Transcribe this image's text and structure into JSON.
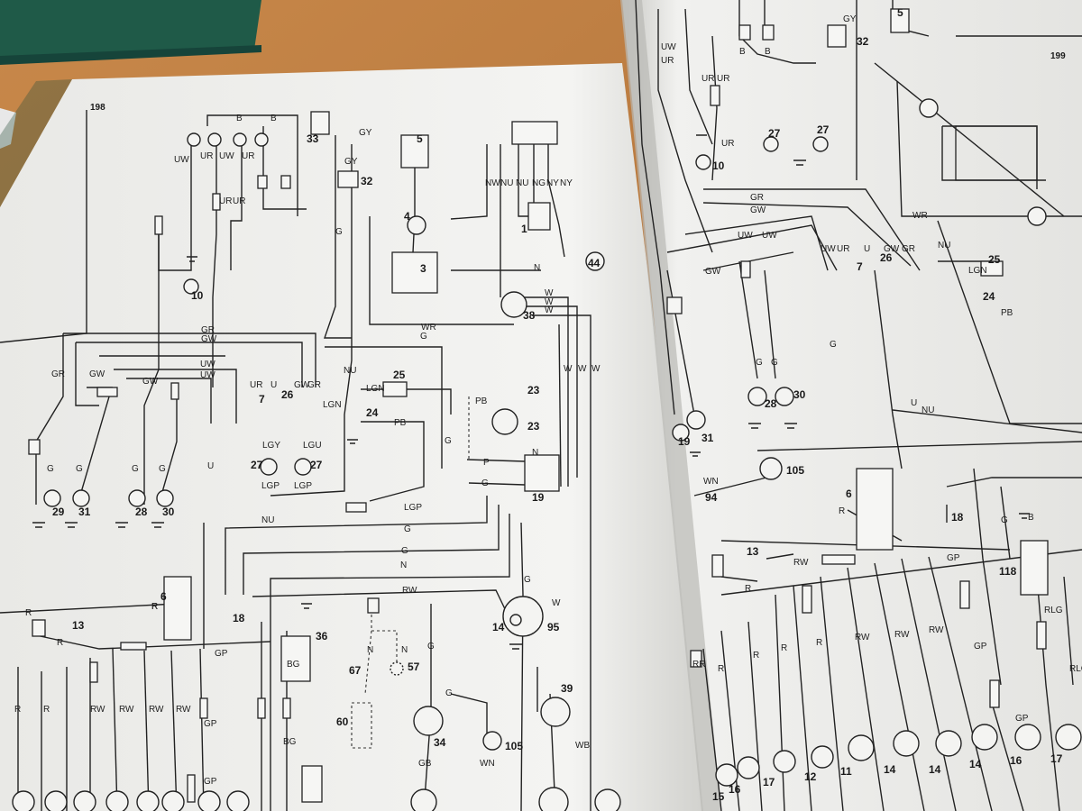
{
  "page": {
    "number": "198",
    "number_right": "199"
  },
  "left_page": {
    "wire_labels": [
      "UW",
      "UR",
      "UW",
      "UR",
      "UR",
      "UR",
      "B",
      "B",
      "GY",
      "GY",
      "G",
      "NW",
      "NU",
      "NU",
      "NG",
      "NY",
      "NY",
      "N",
      "GR",
      "GW",
      "UW",
      "GW",
      "UW",
      "UR",
      "U",
      "GW",
      "GR",
      "GR",
      "GW",
      "LGN",
      "LGN",
      "PB",
      "PB",
      "LGY",
      "LGU",
      "LGP",
      "LGP",
      "LGP",
      "G",
      "G",
      "G",
      "G",
      "G",
      "G",
      "U",
      "NU",
      "NU",
      "G",
      "G",
      "N",
      "RW",
      "R",
      "R",
      "R",
      "R",
      "R",
      "RW",
      "RW",
      "RW",
      "RW",
      "GP",
      "GP",
      "GP",
      "BG",
      "BG",
      "N",
      "N",
      "G",
      "W",
      "W",
      "W",
      "W",
      "WR",
      "G",
      "W",
      "W",
      "W",
      "WB",
      "G",
      "GB",
      "WN",
      "P",
      "N",
      "G",
      "R"
    ],
    "component_numbers": [
      "33",
      "32",
      "5",
      "4",
      "1",
      "3",
      "44",
      "10",
      "38",
      "25",
      "7",
      "26",
      "23",
      "23",
      "24",
      "27",
      "27",
      "29",
      "31",
      "28",
      "30",
      "19",
      "6",
      "18",
      "13",
      "36",
      "14",
      "95",
      "57",
      "67",
      "60",
      "39",
      "34",
      "105"
    ]
  },
  "right_page": {
    "wire_labels": [
      "UW",
      "UR",
      "UR",
      "UR",
      "B",
      "GY",
      "B",
      "UR",
      "GR",
      "GW",
      "UW",
      "UW",
      "UW",
      "UR",
      "U",
      "GW",
      "GR",
      "GW",
      "WR",
      "NU",
      "LGN",
      "PB",
      "G",
      "G",
      "G",
      "U",
      "NU",
      "WN",
      "R",
      "R",
      "RW",
      "RW",
      "RW",
      "RW",
      "R",
      "R",
      "R",
      "G",
      "GP",
      "GP",
      "GP",
      "B",
      "RLG",
      "RLG",
      "R",
      "RR"
    ],
    "component_numbers": [
      "32",
      "5",
      "10",
      "27",
      "27",
      "7",
      "26",
      "25",
      "24",
      "28",
      "30",
      "31",
      "19",
      "105",
      "94",
      "6",
      "18",
      "13",
      "118",
      "15",
      "16",
      "17",
      "12",
      "11",
      "14",
      "14",
      "14",
      "16",
      "17"
    ]
  },
  "colors": {
    "table": "#b7773d",
    "paper": "#f3f3f1",
    "ink": "#1d1d1d",
    "mat": "#1f5a48"
  }
}
